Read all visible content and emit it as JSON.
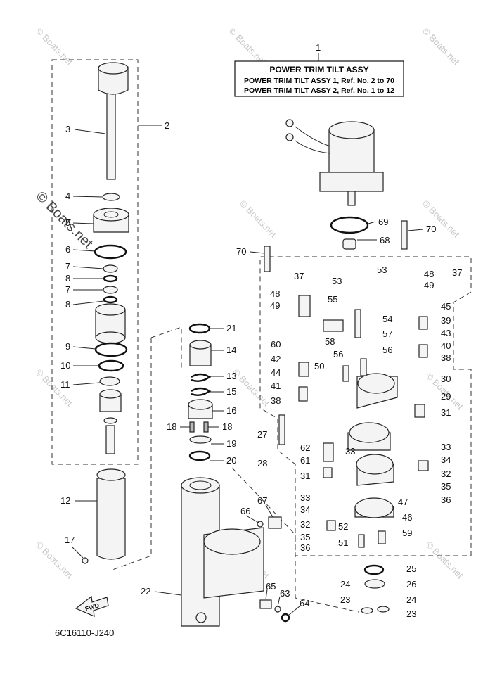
{
  "title_box": {
    "ref": "1",
    "line1": "POWER TRIM TILT ASSY",
    "line2": "POWER TRIM TILT ASSY 1,  Ref. No. 2 to 70",
    "line3": "POWER TRIM TILT ASSY 2,  Ref. No. 1 to 12"
  },
  "diagram_code": "6C16110-J240",
  "fwd_label": "FWD",
  "watermark": "© Boats.net",
  "callouts": [
    "1",
    "2",
    "3",
    "4",
    "5",
    "6",
    "7",
    "8",
    "7",
    "8",
    "9",
    "10",
    "11",
    "12",
    "13",
    "14",
    "15",
    "16",
    "17",
    "18",
    "18",
    "19",
    "20",
    "21",
    "22",
    "23",
    "23",
    "24",
    "24",
    "25",
    "26",
    "27",
    "28",
    "29",
    "30",
    "31",
    "31",
    "32",
    "32",
    "33",
    "33",
    "33",
    "34",
    "34",
    "35",
    "35",
    "36",
    "36",
    "37",
    "37",
    "38",
    "38",
    "39",
    "40",
    "41",
    "42",
    "43",
    "44",
    "45",
    "46",
    "47",
    "48",
    "48",
    "49",
    "49",
    "50",
    "51",
    "52",
    "53",
    "53",
    "54",
    "55",
    "56",
    "56",
    "57",
    "58",
    "59",
    "60",
    "61",
    "62",
    "63",
    "64",
    "65",
    "66",
    "67",
    "68",
    "69",
    "70",
    "70"
  ]
}
